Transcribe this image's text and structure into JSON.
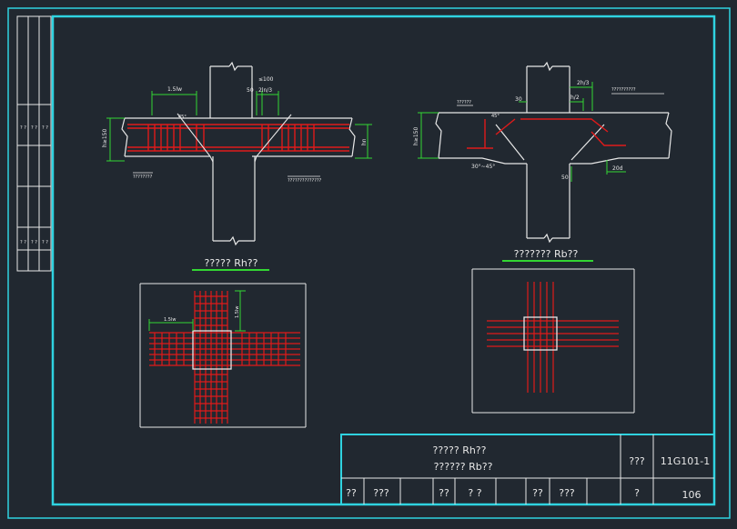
{
  "colors": {
    "background": "#212830",
    "frame": "#2fd3e0",
    "concrete": "#e8e8e8",
    "rebar": "#e01a1a",
    "dimension": "#33d633",
    "caption_underline": "#33d633"
  },
  "left_section": {
    "dim_top_left": "1.5lw",
    "dim_top_right_a": "≤100",
    "dim_top_right_b": "50",
    "dim_top_right_c": "2ln/3",
    "slab_thickness": "h≥150",
    "dim_right": "hn",
    "angle": "45°",
    "note_left": "????????",
    "note_right": "??????????????"
  },
  "right_section": {
    "dim_top_a": "2h/3",
    "dim_top_b": "h/2",
    "dim_top_c": "30",
    "slab_thickness": "h≥150",
    "angle_top": "45°",
    "angle_bottom": "30°~45°",
    "dim_bottom_a": "50",
    "dim_bottom_b": "20d",
    "note_top_left": "??????",
    "note_top_right": "??????????"
  },
  "left_plan": {
    "caption": "????? Rh??",
    "dim_horizontal": "1.5lw",
    "dim_vertical": "1.5lw"
  },
  "right_plan": {
    "caption": "??????? Rb??"
  },
  "side_strip": {
    "cells": [
      "? ?",
      "? ?",
      "? ?",
      "? ?",
      "? ?",
      "? ?"
    ]
  },
  "title_block": {
    "title_line1": "????? Rh??",
    "title_line2": "?????? Rb??",
    "atlas_label": "???",
    "atlas_code": "11G101-1",
    "page_label": "?",
    "page_number": "106",
    "sign_cells": [
      "??",
      "???",
      "??",
      "? ?",
      "??",
      "???"
    ]
  }
}
